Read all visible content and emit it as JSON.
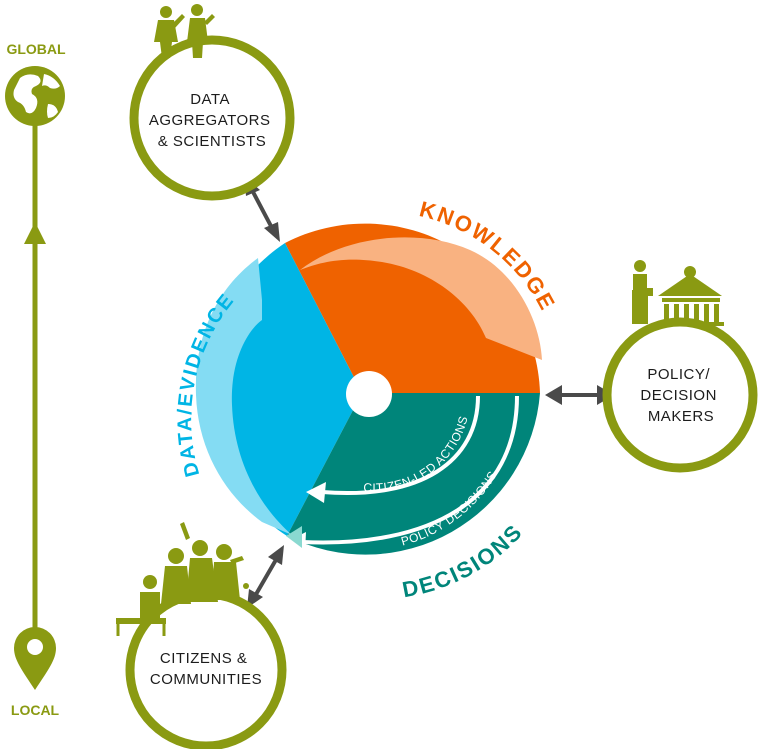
{
  "scale": {
    "top_label": "GLOBAL",
    "bottom_label": "LOCAL",
    "globe_icon": "globe-icon",
    "pin_icon": "location-pin-icon"
  },
  "actors": {
    "scientists": {
      "line1": "DATA",
      "line2": "AGGREGATORS",
      "line3": "& SCIENTISTS",
      "icon": "scientists-silhouette-icon"
    },
    "policy": {
      "line1": "POLICY/",
      "line2": "DECISION",
      "line3": "MAKERS",
      "icon": "government-building-icon"
    },
    "citizens": {
      "line1": "CITIZENS &",
      "line2": "COMMUNITIES",
      "icon": "community-group-icon"
    }
  },
  "cycle": {
    "knowledge": "KNOWLEDGE",
    "data": "DATA/EVIDENCE",
    "decisions": "DECISIONS",
    "citizen_actions": "CITIZEN-LED ACTIONS",
    "policy_decisions": "POLICY DECISIONS"
  },
  "colors": {
    "olive": "#8a9a12",
    "orange": "#ef6200",
    "orange_light": "#f9b281",
    "blue": "#00b5e5",
    "blue_light": "#84dcf3",
    "teal": "#00857a",
    "teal_light": "#8ad9d0",
    "arrow_grey": "#4a4a4a"
  }
}
